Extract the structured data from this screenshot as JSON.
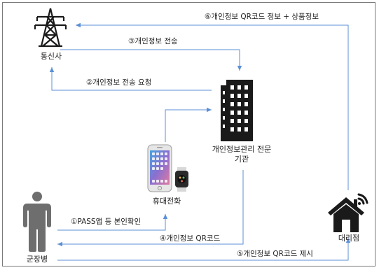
{
  "nodes": {
    "telecom": {
      "label": "통신사",
      "icon": "transmission-tower-icon"
    },
    "agency": {
      "label_line1": "개인정보관리 전문",
      "label_line2": "기관",
      "icon": "office-building-icon"
    },
    "phone": {
      "label": "휴대전화",
      "icon": "smartphone-watch-icon"
    },
    "soldier": {
      "label": "군장병",
      "icon": "person-icon"
    },
    "store": {
      "label": "대리점",
      "icon": "store-wifi-icon"
    }
  },
  "flows": {
    "step1": "①PASS앱 등 본인확인",
    "step2": "②개인정보 전송 요청",
    "step3": "③개인정보 전송",
    "step4": "④개인정보 QR코드",
    "step5": "⑤개인정보 QR코드 제시",
    "step6": "⑥개인정보 QR코드 정보 + 상품정보"
  },
  "colors": {
    "arrow": "#5b8fd6",
    "icon": "#1a1a1a",
    "person": "#6e6e6e",
    "frame": "#7a7a7a"
  }
}
